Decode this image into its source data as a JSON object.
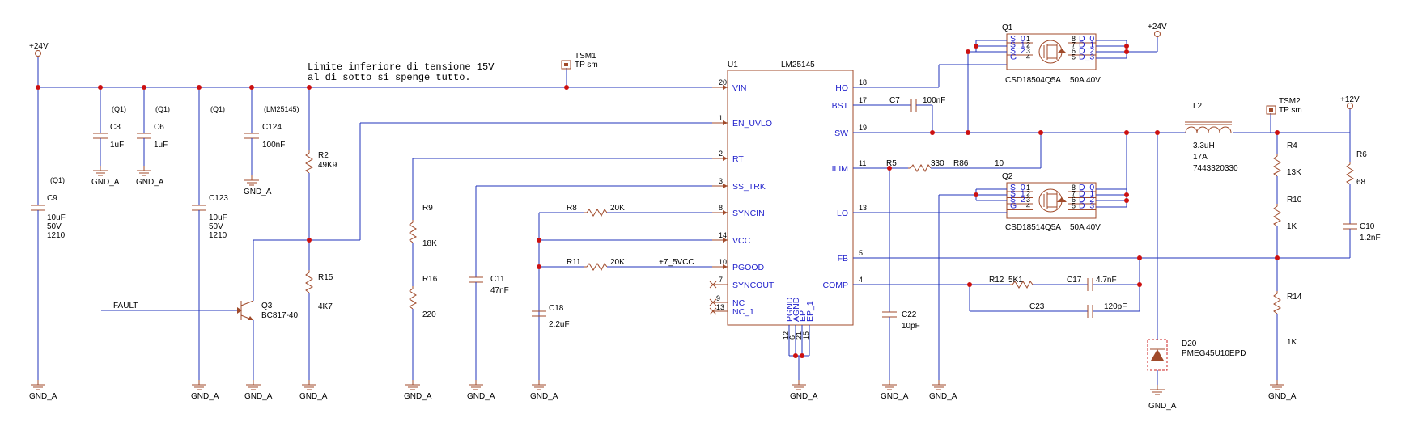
{
  "schematic": {
    "note_line1": "Limite inferiore di tensione 15V",
    "note_line2": "al di sotto si spenge tutto.",
    "power_in": "+24V",
    "power_in_q1": "+24V",
    "power_out": "+12V",
    "ground": "GND_A",
    "fault_label": "FAULT",
    "net_75vcc": "+7_5VCC",
    "u1": {
      "ref": "U1",
      "part": "LM25145",
      "left_pins": [
        {
          "num": "20",
          "name": "VIN"
        },
        {
          "num": "1",
          "name": "EN_UVLO"
        },
        {
          "num": "2",
          "name": "RT"
        },
        {
          "num": "3",
          "name": "SS_TRK"
        },
        {
          "num": "8",
          "name": "SYNCIN"
        },
        {
          "num": "14",
          "name": "VCC"
        },
        {
          "num": "10",
          "name": "PGOOD"
        },
        {
          "num": "7",
          "name": "SYNCOUT"
        },
        {
          "num": "9",
          "name": "NC"
        },
        {
          "num": "13",
          "name": "NC_1"
        }
      ],
      "right_pins": [
        {
          "num": "18",
          "name": "HO"
        },
        {
          "num": "17",
          "name": "BST"
        },
        {
          "num": "19",
          "name": "SW"
        },
        {
          "num": "11",
          "name": "ILIM"
        },
        {
          "num": "13",
          "name": "LO"
        },
        {
          "num": "5",
          "name": "FB"
        },
        {
          "num": "4",
          "name": "COMP"
        }
      ],
      "bottom_pins": [
        {
          "num": "12",
          "name": "PGND"
        },
        {
          "num": "6",
          "name": "AGND"
        },
        {
          "num": "21",
          "name": "EP"
        },
        {
          "num": "15",
          "name": "EP_1"
        }
      ]
    },
    "components": {
      "c9": {
        "ref": "C9",
        "tag": "(Q1)",
        "v1": "10uF",
        "v2": "50V",
        "v3": "1210"
      },
      "c8": {
        "ref": "C8",
        "tag": "(Q1)",
        "v1": "1uF"
      },
      "c6": {
        "ref": "C6",
        "tag": "(Q1)",
        "v1": "1uF"
      },
      "c123": {
        "ref": "C123",
        "tag": "(Q1)",
        "v1": "10uF",
        "v2": "50V",
        "v3": "1210"
      },
      "c124": {
        "ref": "C124",
        "tag": "(LM25145)",
        "v1": "100nF"
      },
      "r2": {
        "ref": "R2",
        "v1": "49K9"
      },
      "r15": {
        "ref": "R15",
        "v1": "4K7"
      },
      "q3": {
        "ref": "Q3",
        "v1": "BC817-40"
      },
      "r9": {
        "ref": "R9",
        "v1": "18K"
      },
      "r16": {
        "ref": "R16",
        "v1": "220"
      },
      "c11": {
        "ref": "C11",
        "v1": "47nF"
      },
      "r8": {
        "ref": "R8",
        "v1": "20K"
      },
      "r11": {
        "ref": "R11",
        "v1": "20K"
      },
      "c18": {
        "ref": "C18",
        "v1": "2.2uF"
      },
      "tsm1": {
        "ref": "TSM1",
        "v1": "TP sm"
      },
      "tsm2": {
        "ref": "TSM2",
        "v1": "TP sm"
      },
      "c7": {
        "ref": "C7",
        "v1": "100nF"
      },
      "r5": {
        "ref": "R5",
        "v1": "330"
      },
      "r86": {
        "ref": "R86",
        "v1": "10"
      },
      "c22": {
        "ref": "C22",
        "v1": "10pF"
      },
      "r12": {
        "ref": "R12",
        "v1": "5K1"
      },
      "c17": {
        "ref": "C17",
        "v1": "4.7nF"
      },
      "c23": {
        "ref": "C23",
        "v1": "120pF"
      },
      "d20": {
        "ref": "D20",
        "v1": "PMEG45U10EPD"
      },
      "l2": {
        "ref": "L2",
        "v1": "3.3uH",
        "v2": "17A",
        "v3": "7443320330"
      },
      "r4": {
        "ref": "R4",
        "v1": "13K"
      },
      "r10": {
        "ref": "R10",
        "v1": "1K"
      },
      "r14": {
        "ref": "R14",
        "v1": "1K"
      },
      "r6": {
        "ref": "R6",
        "v1": "68"
      },
      "c10": {
        "ref": "C10",
        "v1": "1.2nF"
      }
    },
    "q1": {
      "ref": "Q1",
      "part": "CSD18504Q5A",
      "rating": "50A  40V",
      "left_pins": [
        {
          "n": "S_0",
          "p": "1"
        },
        {
          "n": "S_1",
          "p": "2"
        },
        {
          "n": "S_2",
          "p": "3"
        },
        {
          "n": "G",
          "p": "4"
        }
      ],
      "right_pins": [
        {
          "p": "8",
          "n": "D_0"
        },
        {
          "p": "7",
          "n": "D_1"
        },
        {
          "p": "6",
          "n": "D_2"
        },
        {
          "p": "5",
          "n": "D_3"
        }
      ]
    },
    "q2": {
      "ref": "Q2",
      "part": "CSD18514Q5A",
      "rating": "50A  40V",
      "left_pins": [
        {
          "n": "S_0",
          "p": "1"
        },
        {
          "n": "S_1",
          "p": "2"
        },
        {
          "n": "S_2",
          "p": "3"
        },
        {
          "n": "G",
          "p": "4"
        }
      ],
      "right_pins": [
        {
          "p": "8",
          "n": "D_0"
        },
        {
          "p": "7",
          "n": "D_1"
        },
        {
          "p": "6",
          "n": "D_2"
        },
        {
          "p": "5",
          "n": "D_3"
        }
      ]
    }
  }
}
